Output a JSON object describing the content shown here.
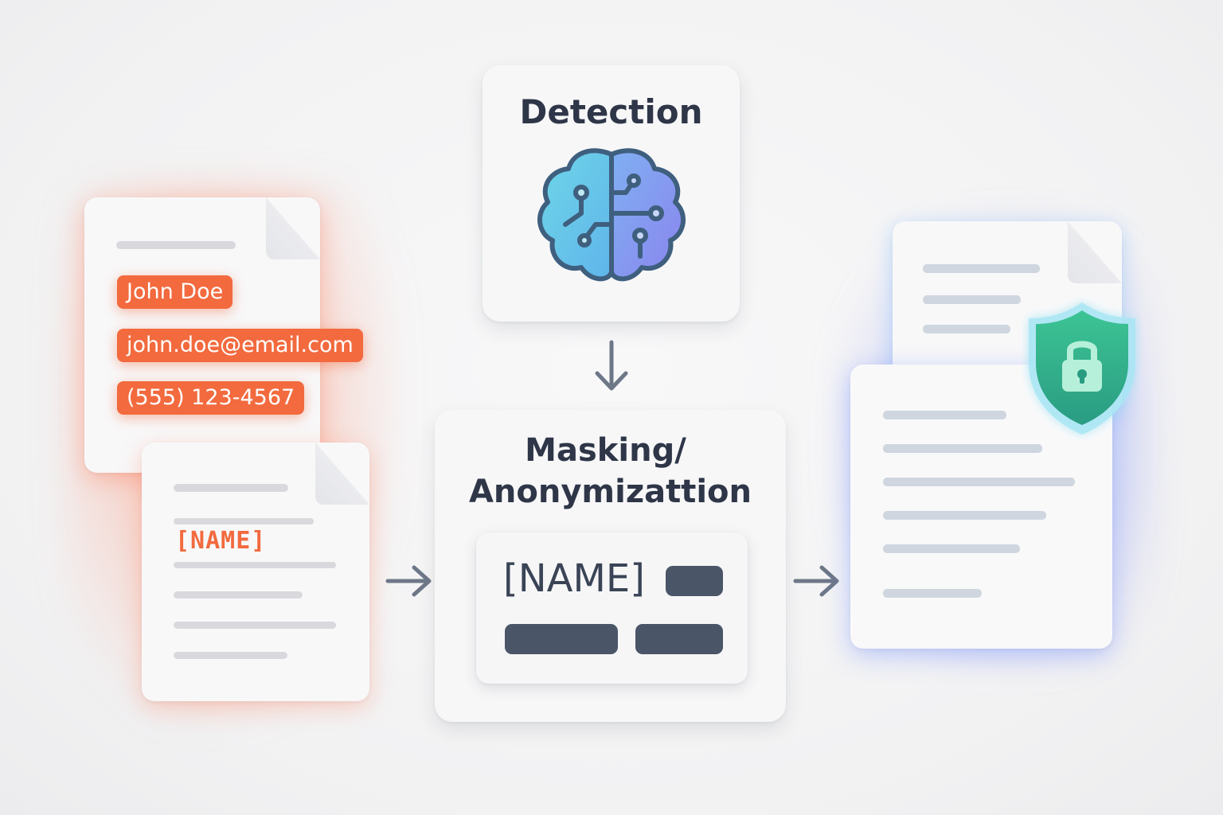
{
  "input_document": {
    "pii_fields": [
      {
        "label": "John Doe"
      },
      {
        "label": "john.doe@email.com"
      },
      {
        "label": "(555) 123-4567"
      }
    ]
  },
  "masked_document": {
    "placeholder": "[NAME]"
  },
  "detection": {
    "title": "Detection",
    "icon": "brain-circuit-icon"
  },
  "masking": {
    "title_line1": "Masking/",
    "title_line2": "Anonymizattion",
    "placeholder": "[NAME]"
  },
  "output_document": {
    "icon": "shield-lock-icon"
  },
  "colors": {
    "pii_accent": "#f26a3e",
    "protected_glow": "#6aa8ff",
    "shield": "#2fb38a",
    "text_dark": "#2e3648",
    "redaction_bar": "#4a5567"
  }
}
